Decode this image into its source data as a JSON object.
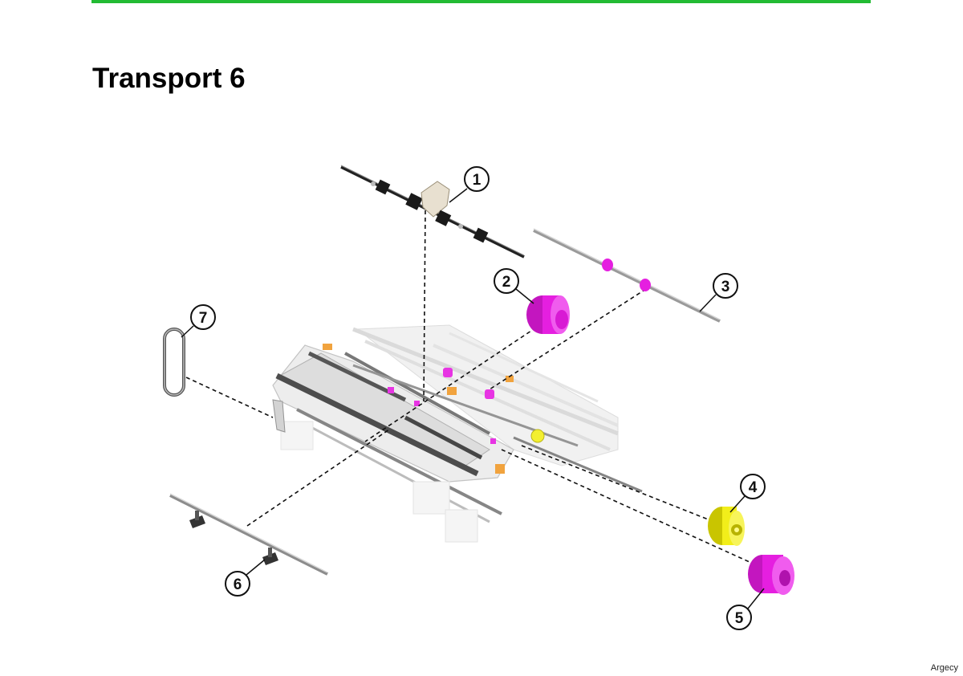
{
  "page": {
    "title": "Transport 6",
    "footer_credit": "Argecy"
  },
  "colors": {
    "header_rule": "#22bb33",
    "highlight_magenta": "#e51fe0",
    "highlight_yellow": "#f2ee1a",
    "accent_orange": "#f09a2a"
  },
  "diagram": {
    "callouts": [
      {
        "number": "1",
        "part": "roller-shaft-assembly"
      },
      {
        "number": "2",
        "part": "magenta-roller"
      },
      {
        "number": "3",
        "part": "shaft-with-magenta-rollers"
      },
      {
        "number": "4",
        "part": "yellow-gear-pulley"
      },
      {
        "number": "5",
        "part": "magenta-roller"
      },
      {
        "number": "6",
        "part": "shaft-with-clips"
      },
      {
        "number": "7",
        "part": "belt"
      }
    ]
  }
}
